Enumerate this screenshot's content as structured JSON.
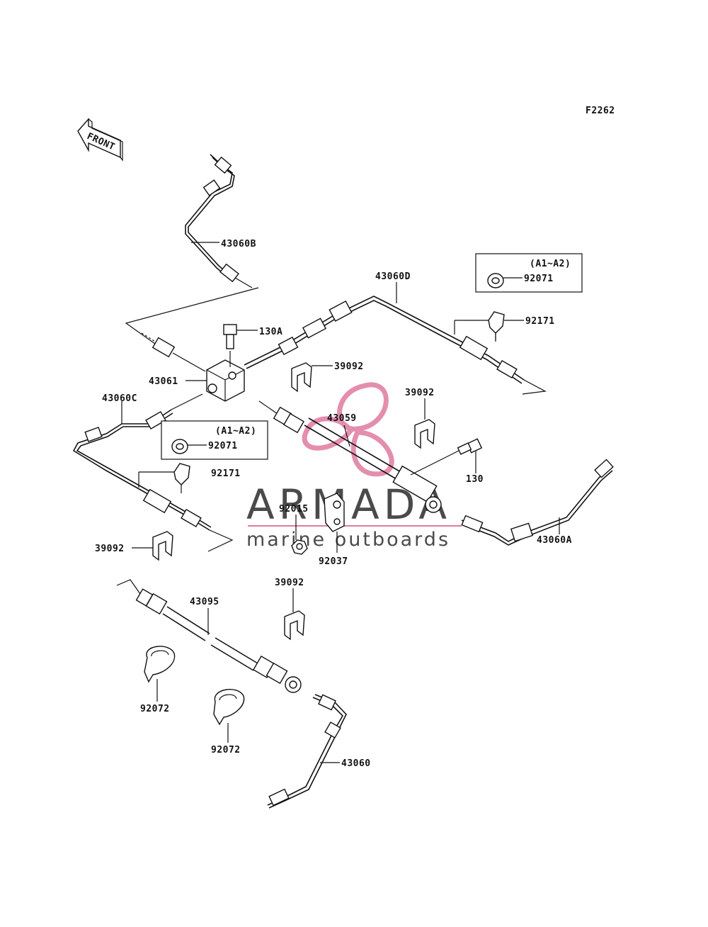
{
  "figure_code": "F2262",
  "front_indicator": "FRONT",
  "variant_note": "(A1~A2)",
  "watermark": {
    "title": "ARMADA",
    "subtitle": "marine outboards",
    "accent_color": "#e07ba0"
  },
  "colors": {
    "line": "#111111",
    "background": "#ffffff",
    "watermark_text": "#4a4a4a"
  },
  "parts": {
    "p43060B": "43060B",
    "p43060D": "43060D",
    "p130A": "130A",
    "p43061": "43061",
    "p39092_top": "39092",
    "p92071_top": "92071",
    "p92171_top": "92171",
    "p43060C": "43060C",
    "p92071_left": "92071",
    "p92171_left": "92171",
    "p43059": "43059",
    "p39092_right": "39092",
    "p130": "130",
    "p92015": "92015",
    "p92037": "92037",
    "p43060A": "43060A",
    "p39092_left": "39092",
    "p39092_mid": "39092",
    "p43095": "43095",
    "p92072_a": "92072",
    "p92072_b": "92072",
    "p43060": "43060"
  }
}
